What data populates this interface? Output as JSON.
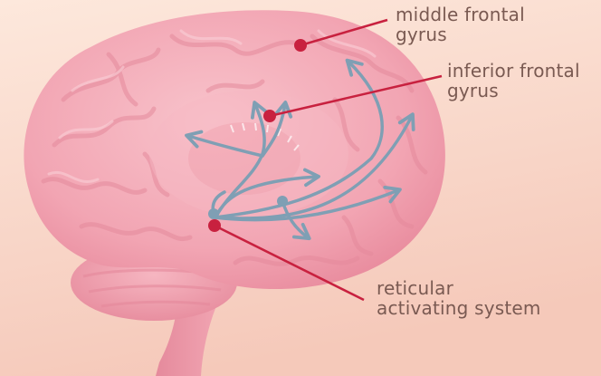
{
  "diagram": {
    "colors": {
      "background_top": "#fbe3d6",
      "background_bottom": "#f6cdbd",
      "brain": "#f3aab6",
      "brain_fold": "#e58a9c",
      "pathway": "#7f9fb4",
      "marker": "#c8213f",
      "label_text": "#7a5a52"
    },
    "labels": {
      "middle_frontal": {
        "line1": "middle frontal",
        "line2": "gyrus",
        "marker_icon": "red-dot"
      },
      "inferior_frontal": {
        "line1": "inferior frontal",
        "line2": "gyrus",
        "marker_icon": "red-dot"
      },
      "reticular": {
        "line1": "reticular",
        "line2": "activating system",
        "marker_icon": "red-dot"
      }
    }
  }
}
